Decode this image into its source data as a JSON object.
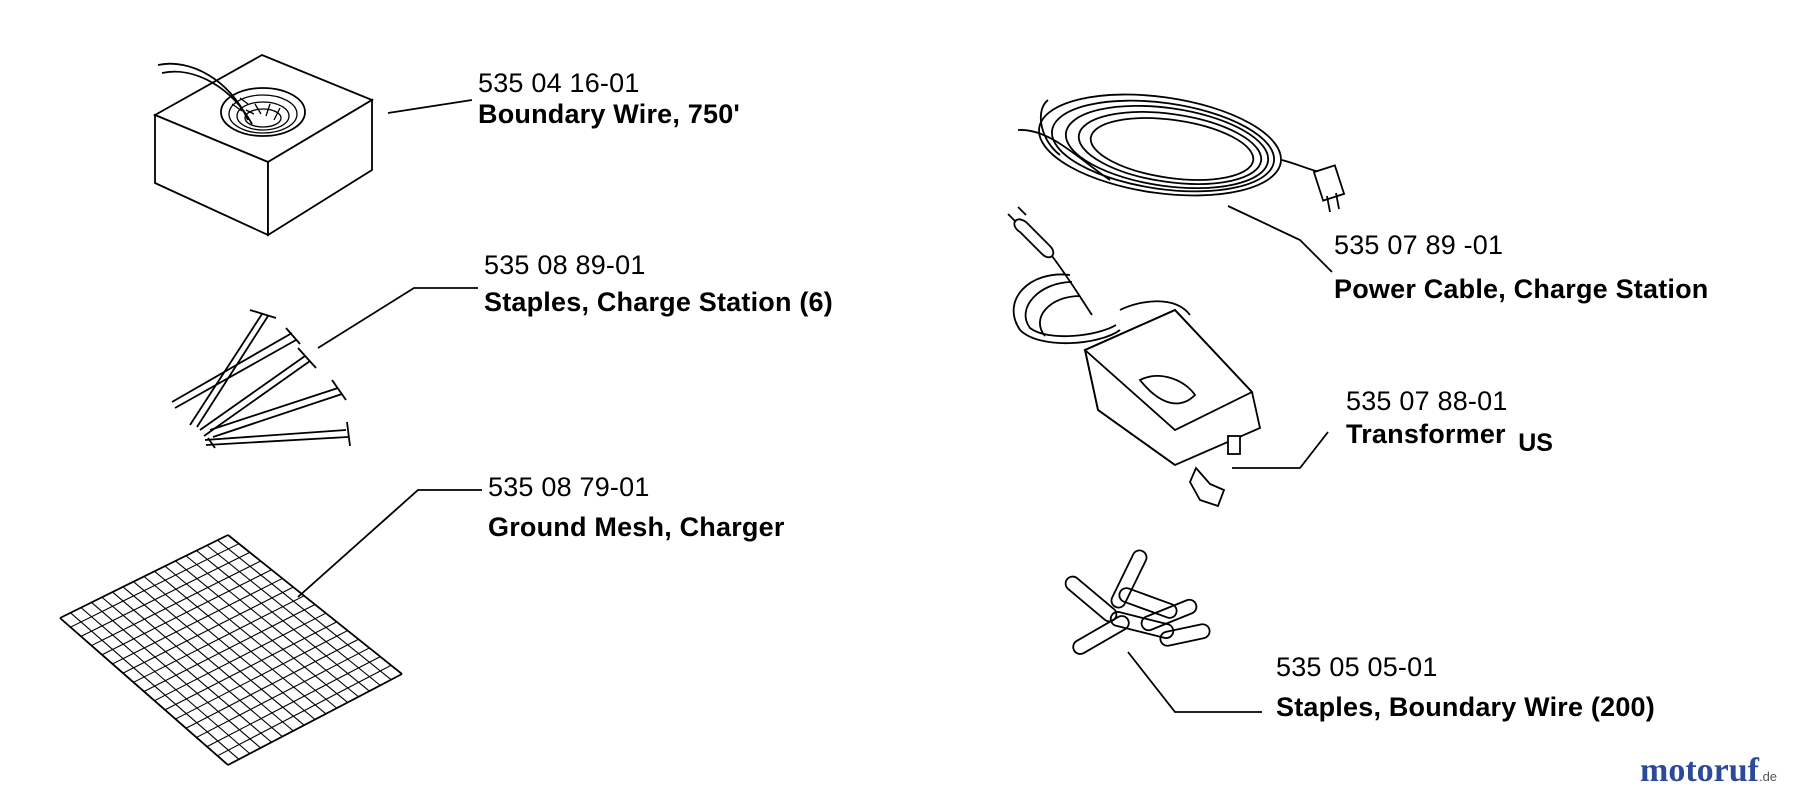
{
  "parts": [
    {
      "id": "boundary-wire",
      "part_number": "535 04 16-01",
      "name": "Boundary Wire, 750'"
    },
    {
      "id": "staples-charge-station",
      "part_number": "535 08 89-01",
      "name": "Staples, Charge Station (6)"
    },
    {
      "id": "ground-mesh",
      "part_number": "535 08 79-01",
      "name": "Ground Mesh, Charger"
    },
    {
      "id": "power-cable",
      "part_number": "535 07 89 -01",
      "name": "Power Cable, Charge Station"
    },
    {
      "id": "transformer",
      "part_number": "535 07 88-01",
      "name": "Transformer",
      "suffix": "US"
    },
    {
      "id": "staples-boundary-wire",
      "part_number": "535 05 05-01",
      "name": "Staples, Boundary Wire (200)"
    }
  ],
  "watermark": {
    "brand": "motoruf",
    "tld": ".de"
  },
  "colors": {
    "line": "#000000",
    "background": "#ffffff",
    "watermark": "#2c4a9a"
  },
  "icons": [
    "wire-spool-icon",
    "nails-icon",
    "mesh-grid-icon",
    "power-cable-icon",
    "transformer-icon",
    "wire-staples-icon"
  ]
}
